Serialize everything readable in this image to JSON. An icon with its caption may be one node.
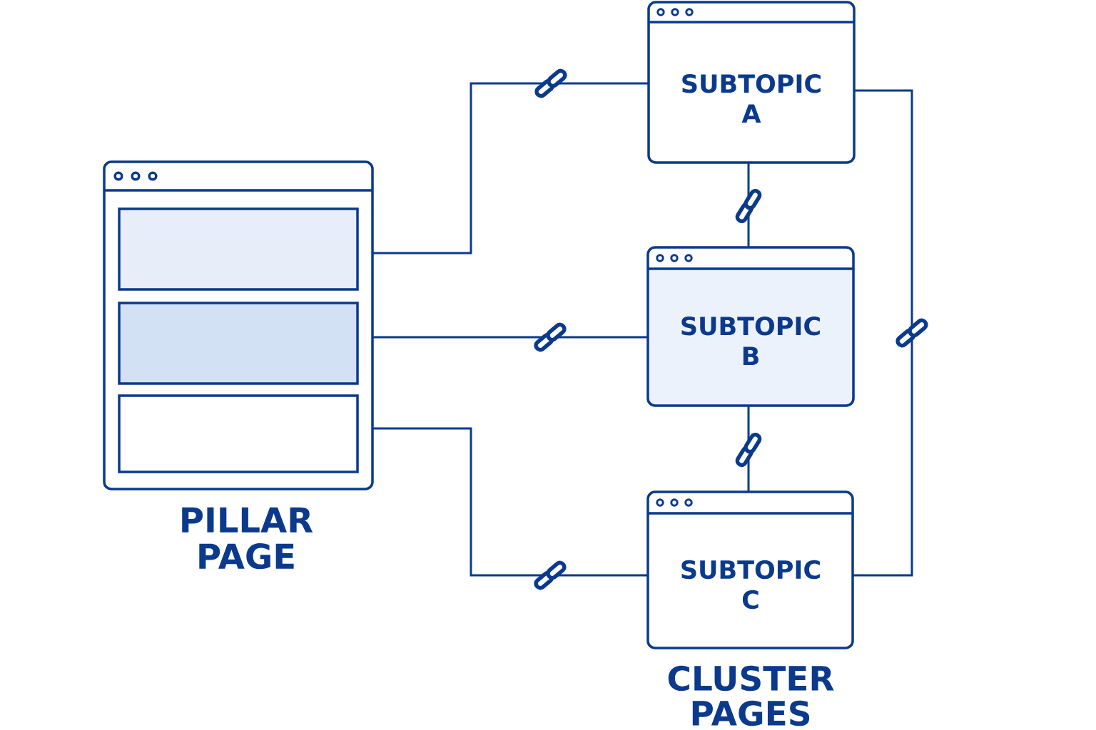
{
  "diagram": {
    "nodes": [
      {
        "text": [
          "PILLAR PAGE"
        ]
      },
      {
        "text": [
          "SUBTOPIC A"
        ]
      },
      {
        "text": [
          "SUBTOPIC B"
        ]
      },
      {
        "text": [
          "SUBTOPIC C"
        ]
      }
    ],
    "edges": [
      {
        "from": 0,
        "to": 1,
        "arrow": "none"
      },
      {
        "from": 0,
        "to": 2,
        "arrow": "none"
      },
      {
        "from": 0,
        "to": 3,
        "arrow": "none"
      },
      {
        "from": 1,
        "to": 2,
        "arrow": "none"
      },
      {
        "from": 2,
        "to": 3,
        "arrow": "none"
      },
      {
        "from": 1,
        "to": 3,
        "arrow": "none"
      }
    ],
    "labels": [
      "CLUSTER PAGES"
    ]
  }
}
